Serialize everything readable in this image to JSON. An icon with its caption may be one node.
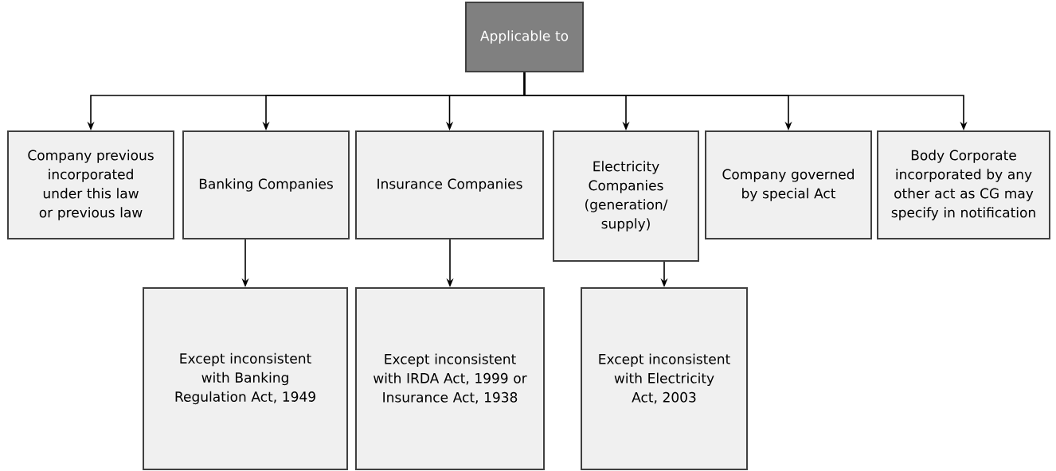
{
  "diagram": {
    "nodes": [
      {
        "text": [
          "Applicable to"
        ]
      },
      {
        "text": [
          "Company previous incorporated under this law or previous law"
        ]
      },
      {
        "text": [
          "Banking Companies"
        ]
      },
      {
        "text": [
          "Insurance Companies"
        ]
      },
      {
        "text": [
          "Electricity Companies (generation/ supply)"
        ]
      },
      {
        "text": [
          "Company governed by special Act"
        ]
      },
      {
        "text": [
          "Body Corporate incorporated by any other act as CG may specify in notification"
        ]
      },
      {
        "text": [
          "Except inconsistent with Banking Regulation Act, 1949"
        ]
      },
      {
        "text": [
          "Except inconsistent with IRDA Act, 1999 or Insurance Act, 1938"
        ]
      },
      {
        "text": [
          "Except inconsistent with Electricity Act, 2003"
        ]
      }
    ],
    "edges": [
      {
        "from": 0,
        "to": 1,
        "arrow": "to"
      },
      {
        "from": 0,
        "to": 2,
        "arrow": "to"
      },
      {
        "from": 0,
        "to": 3,
        "arrow": "to"
      },
      {
        "from": 0,
        "to": 4,
        "arrow": "to"
      },
      {
        "from": 0,
        "to": 5,
        "arrow": "to"
      },
      {
        "from": 0,
        "to": 6,
        "arrow": "to"
      },
      {
        "from": 2,
        "to": 7,
        "arrow": "to"
      },
      {
        "from": 3,
        "to": 8,
        "arrow": "to"
      },
      {
        "from": 4,
        "to": 9,
        "arrow": "to"
      }
    ]
  }
}
